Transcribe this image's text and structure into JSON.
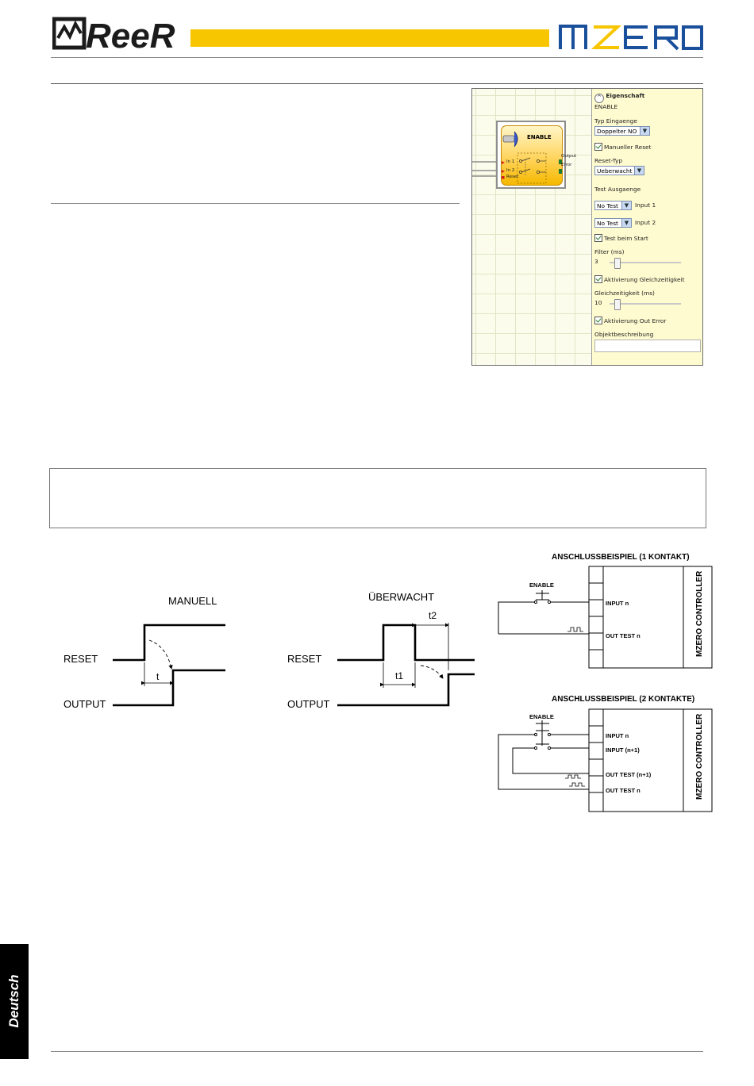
{
  "header": {
    "brand_left": "ReeR",
    "brand_right": "MZERO",
    "colors": {
      "bar": "#f7c600",
      "mzero_blue": "#1a4f9c",
      "mzero_z": "#f7c600"
    }
  },
  "designer": {
    "block": {
      "title": "ENABLE",
      "inputs": [
        "In 1",
        "In 2",
        "Reset"
      ],
      "outputs": [
        "Output",
        "Error"
      ]
    },
    "props": {
      "header": "Eigenschaft",
      "name": "ENABLE",
      "typ_label": "Typ Eingaenge",
      "typ_value": "Doppelter NO",
      "manual_reset": "Manueller Reset",
      "reset_typ_label": "Reset-Typ",
      "reset_typ_value": "Ueberwacht",
      "test_label": "Test Ausgaenge",
      "test1_value": "No Test",
      "test1_input": "Input 1",
      "test2_value": "No Test",
      "test2_input": "Input 2",
      "test_start": "Test beim Start",
      "filter_label": "Filter (ms)",
      "filter_value": "3",
      "gleich_check": "Aktivierung Gleichzeitigkeit",
      "gleich_label": "Gleichzeitigkeit (ms)",
      "gleich_value": "10",
      "out_error": "Aktivierung Out Error",
      "objdesc_label": "Objektbeschreibung"
    }
  },
  "timing": {
    "manuell": {
      "title": "MANUELL",
      "reset": "RESET",
      "output": "OUTPUT",
      "t": "t"
    },
    "ueberwacht": {
      "title": "ÜBERWACHT",
      "reset": "RESET",
      "output": "OUTPUT",
      "t1": "t1",
      "t2": "t2"
    }
  },
  "wiring": {
    "ex1": {
      "title": "ANSCHLUSSBEISPIEL (1 KONTAKT)",
      "enable": "ENABLE",
      "input": "INPUT n",
      "test": "OUT TEST n",
      "controller": "MZERO CONTROLLER"
    },
    "ex2": {
      "title": "ANSCHLUSSBEISPIEL (2 KONTAKTE)",
      "enable": "ENABLE",
      "input1": "INPUT n",
      "input2": "INPUT (n+1)",
      "test1": "OUT TEST (n+1)",
      "test2": "OUT TEST n",
      "controller": "MZERO CONTROLLER"
    }
  },
  "sidebar": {
    "language": "Deutsch"
  }
}
